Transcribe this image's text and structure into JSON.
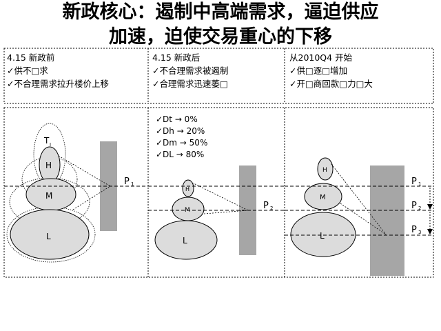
{
  "title": {
    "line1": "新政核心：遏制中高端需求，逼迫供应",
    "line2": "加速，迫使交易重心的下移"
  },
  "panels": [
    {
      "heading": "4.15 新政前",
      "points": [
        "✓供不□求",
        "✓不合理需求拉升楼价上移"
      ]
    },
    {
      "heading": "4.15 新政后",
      "points": [
        "✓不合理需求被遏制",
        "✓合理需求迅速萎□"
      ]
    },
    {
      "heading": "从2010Q4 开始",
      "points": [
        "✓供□逐□增加",
        "✓开□商回款□力□大"
      ]
    }
  ],
  "changes": [
    "✓Dt  →  0%",
    "✓Dh → 20%",
    "✓Dm → 50%",
    "✓DL  → 80%"
  ],
  "segments": {
    "t": "T",
    "t_sub": "I",
    "h": "H",
    "m": "M",
    "l": "L"
  },
  "prices": {
    "p1": "P",
    "p1_sub": "1",
    "p2": "P",
    "p2_sub": "2",
    "p3": "P",
    "p3_sub": "3"
  },
  "colors": {
    "ellipse_fill": "#dcdcdc",
    "bar_fill": "#a6a6a6",
    "stroke": "#000000"
  }
}
